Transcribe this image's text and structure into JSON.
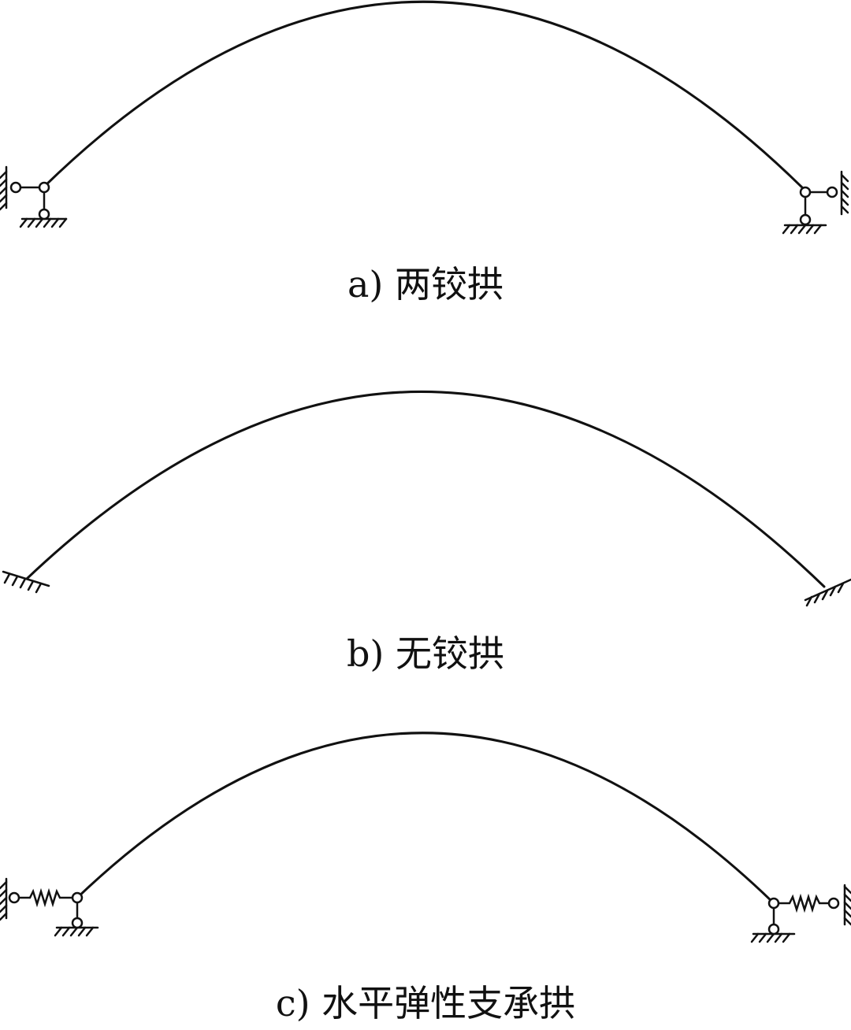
{
  "captions": {
    "a": "a)  两铰拱",
    "b": "b)  无铰拱",
    "c": "c)  水平弹性支承拱"
  },
  "colors": {
    "ink": "#111111",
    "background": "#ffffff"
  }
}
